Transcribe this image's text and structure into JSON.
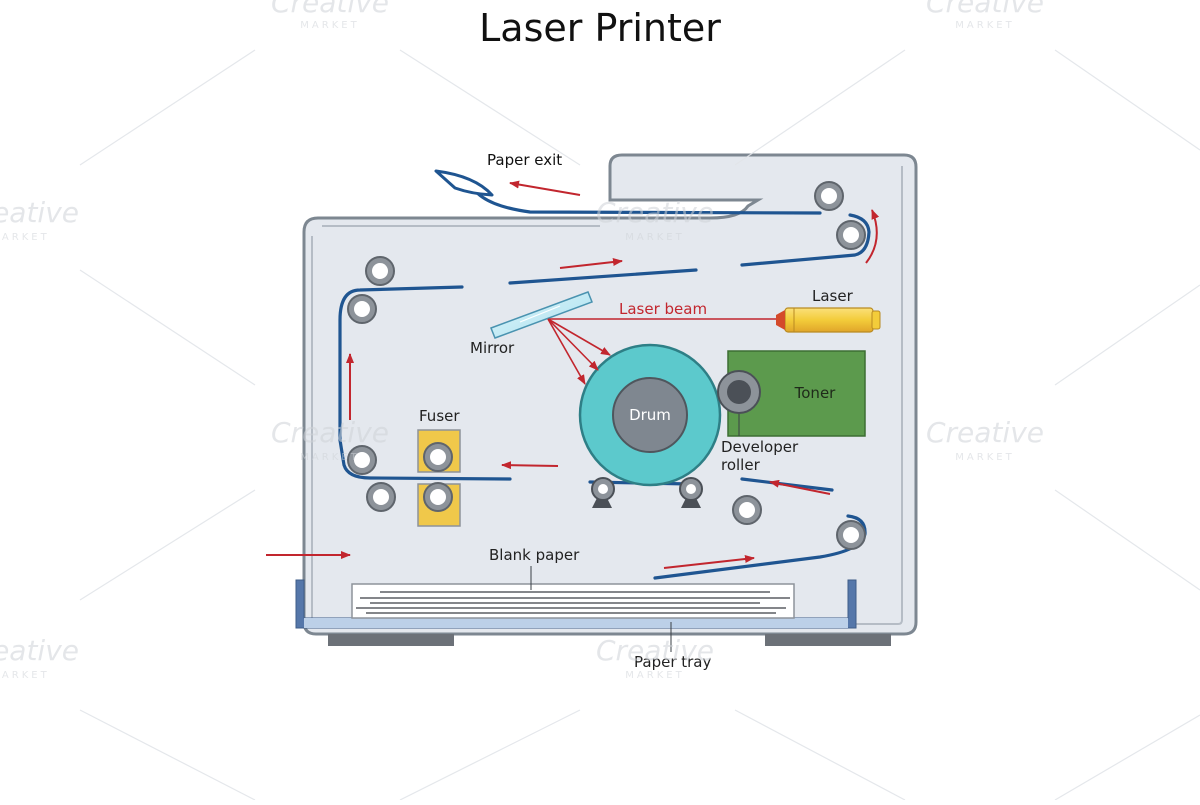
{
  "title": "Laser Printer",
  "labels": {
    "paper_exit": "Paper exit",
    "laser": "Laser",
    "laser_beam": "Laser beam",
    "mirror": "Mirror",
    "drum": "Drum",
    "toner": "Toner",
    "developer_roller_line1": "Developer",
    "developer_roller_line2": "roller",
    "fuser": "Fuser",
    "blank_paper": "Blank paper",
    "paper_tray": "Paper tray"
  },
  "watermark": {
    "line1": "Creative",
    "line2": "MARKET"
  },
  "colors": {
    "case_fill": "#e4e8ee",
    "case_stroke": "#7d8791",
    "paper_path": "#1f5591",
    "arrow": "#c2262e",
    "drum": "#5cc9cc",
    "drum_core": "#7f8790",
    "toner": "#5c9a4d",
    "fuser": "#f0c84a",
    "laser": "#f3cc3a",
    "tray": "#5577aa",
    "roller": "#8d939a"
  }
}
